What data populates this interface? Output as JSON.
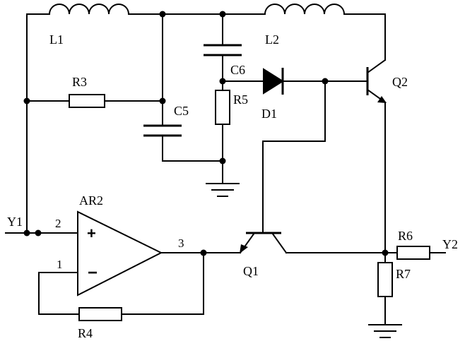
{
  "components": {
    "L1": "L1",
    "L2": "L2",
    "R3": "R3",
    "R4": "R4",
    "R5": "R5",
    "R6": "R6",
    "R7": "R7",
    "C5": "C5",
    "C6": "C6",
    "D1": "D1",
    "Q1": "Q1",
    "Q2": "Q2",
    "AR2": "AR2"
  },
  "terminals": {
    "input": "Y1",
    "output": "Y2"
  },
  "opamp": {
    "pin_noninv": "2",
    "pin_inv": "1",
    "pin_out": "3",
    "plus_sign": "+",
    "minus_sign": "−"
  }
}
